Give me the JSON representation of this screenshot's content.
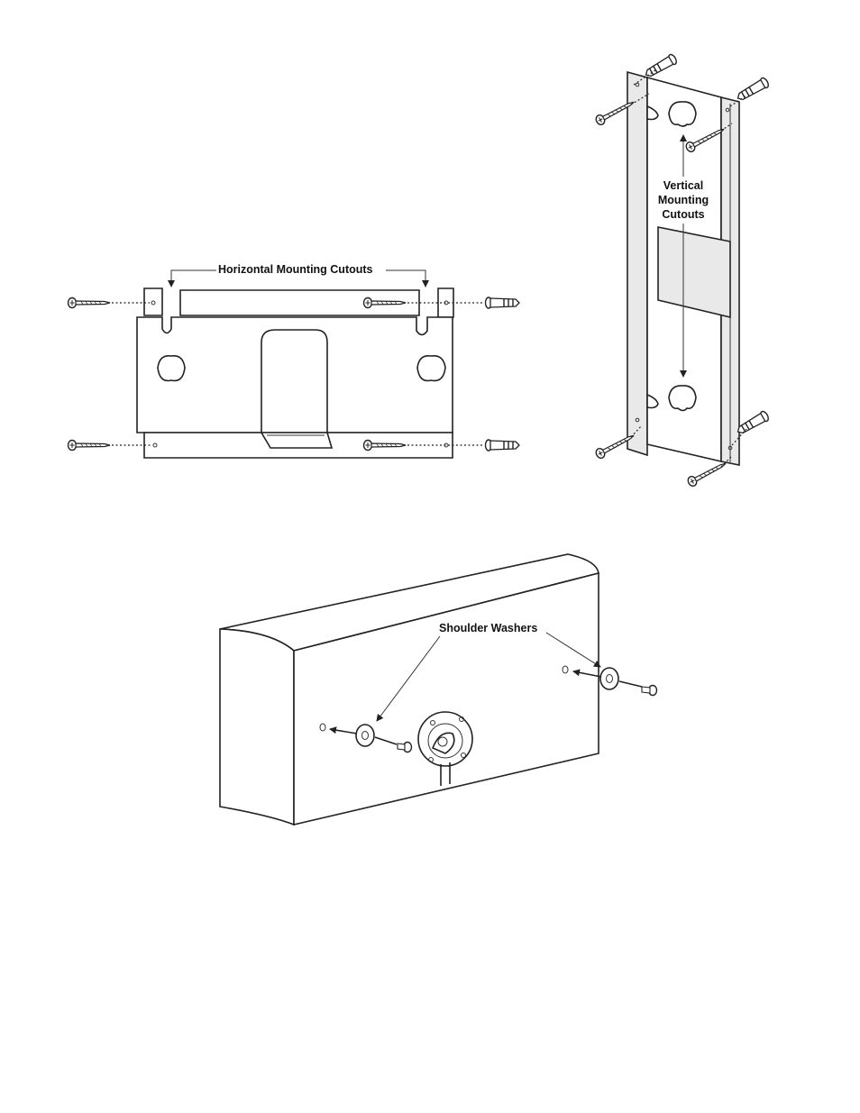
{
  "labels": {
    "horizontal": "Horizontal Mounting Cutouts",
    "vertical": "Vertical Mounting Cutouts",
    "shoulder": "Shoulder Washers"
  },
  "icons": [
    "screw-icon",
    "wall-anchor-icon",
    "shoulder-washer-icon",
    "mounting-bracket",
    "speaker-cabinet"
  ]
}
